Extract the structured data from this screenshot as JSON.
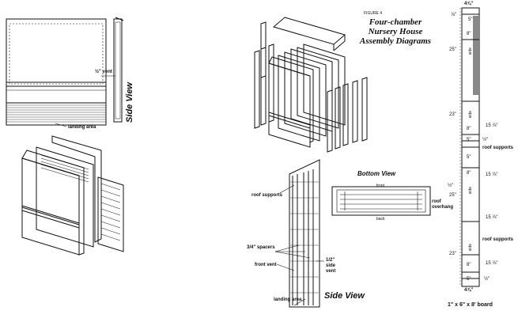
{
  "figure": {
    "label": "FIGURE 4",
    "title_line1": "Four-chamber",
    "title_line2": "Nursery House",
    "title_line3": "Assembly Diagrams"
  },
  "left_panel": {
    "vent_label": "½\" vent",
    "landing_area_label": "landing area",
    "side_view_label": "Side View"
  },
  "section_view": {
    "roof_supports_label": "roof supports",
    "spacers_label": "3/4\" spacers",
    "front_vent_label": "front vent",
    "side_vent_label": "1/2\" side vent",
    "landing_area_label": "landing area",
    "side_view_label": "Side View"
  },
  "bottom_view": {
    "title": "Bottom View",
    "front_label": "front",
    "back_label": "back",
    "roof_overhang_label": "roof overhang"
  },
  "cut_board": {
    "top_width": "4⅞\"",
    "bottom_width": "4⅞\"",
    "caption": "1\" x 6\" x 8' board",
    "dims": [
      "⅞\"",
      "5\"",
      "8\"",
      "25\"",
      "23\"",
      "8\"",
      "15 ⅞\"",
      "5\"",
      "½\"",
      "5\"",
      "8\"",
      "15 ⅞\"",
      "25\"",
      "15 ⅞\"",
      "23\"",
      "8\"",
      "15 ⅞\"",
      "5\"",
      "½\"",
      "½\""
    ],
    "roof_supports_label_1": "roof supports",
    "roof_supports_label_2": "roof supports",
    "side_labels": [
      "side",
      "side",
      "side",
      "side"
    ]
  }
}
